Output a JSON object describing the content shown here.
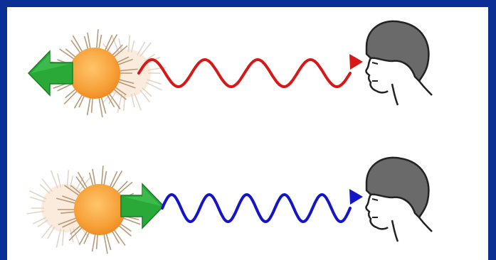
{
  "colors": {
    "frame": "#0b2f94",
    "panel": "#ffffff",
    "star_fill": "#f7a23a",
    "star_ghost_fill": "#f6dcc0",
    "ray": "#b89a78",
    "motion_arrow": "#2aa838",
    "redshift_wave": "#d81818",
    "blueshift_wave": "#1414c8",
    "head_hair": "#6a6a6a"
  },
  "rows": [
    {
      "star_motion": "away-from-observer",
      "wave_color": "red",
      "arrow_icon": "green-left-arrow-icon"
    },
    {
      "star_motion": "toward-observer",
      "wave_color": "blue",
      "arrow_icon": "green-right-arrow-icon"
    }
  ]
}
